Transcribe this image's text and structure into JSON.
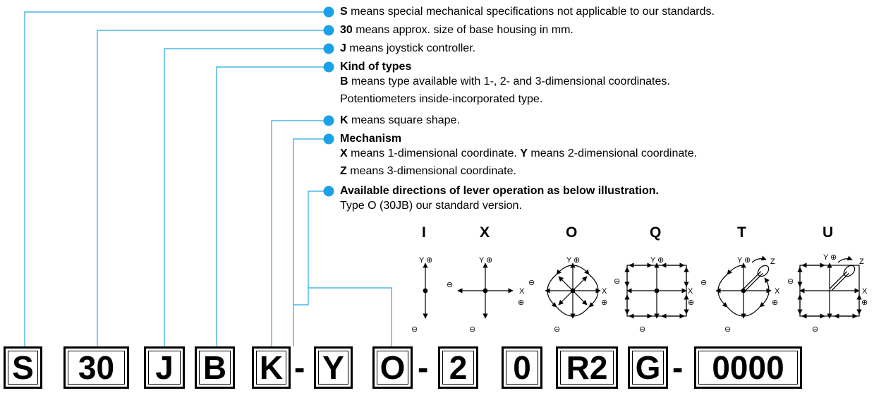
{
  "descriptions": [
    {
      "lead": "S",
      "text": " means special mechanical specifications not applicable to our standards."
    },
    {
      "lead": "30",
      "text": " means approx. size of base housing in mm."
    },
    {
      "lead": "J",
      "text": " means joystick controller."
    },
    {
      "lead": "Kind of types",
      "line2_lead": "B",
      "line2": " means type available with 1-, 2- and 3-dimensional coordinates.",
      "line3": "Potentiometers inside-incorporated type."
    },
    {
      "lead": "K",
      "text": " means square shape."
    },
    {
      "lead": "Mechanism",
      "line2_lead": "X",
      "line2": " means 1-dimensional coordinate. ",
      "line2_lead_b": "Y",
      "line2_b": " means 2-dimensional coordinate.",
      "line3_lead": "Z",
      "line3": " means 3-dimensional coordinate."
    },
    {
      "lead": "Available directions of lever operation as below illustration.",
      "line2": "Type O (30JB) our standard version."
    }
  ],
  "directions": [
    {
      "label": "I"
    },
    {
      "label": "X"
    },
    {
      "label": "O"
    },
    {
      "label": "Q"
    },
    {
      "label": "T"
    },
    {
      "label": "U"
    }
  ],
  "axis_labels": {
    "y": "Y",
    "x": "X",
    "z": "Z",
    "plus": "⊕",
    "minus": "⊖"
  },
  "code_parts": [
    "S",
    "30",
    "J",
    "B",
    "K",
    "-",
    "Y",
    "O",
    "-",
    "2",
    "0",
    "R2",
    "G",
    "-",
    "0000"
  ],
  "colors": {
    "bullet": "#1da1e6",
    "line": "#29a8e0"
  }
}
